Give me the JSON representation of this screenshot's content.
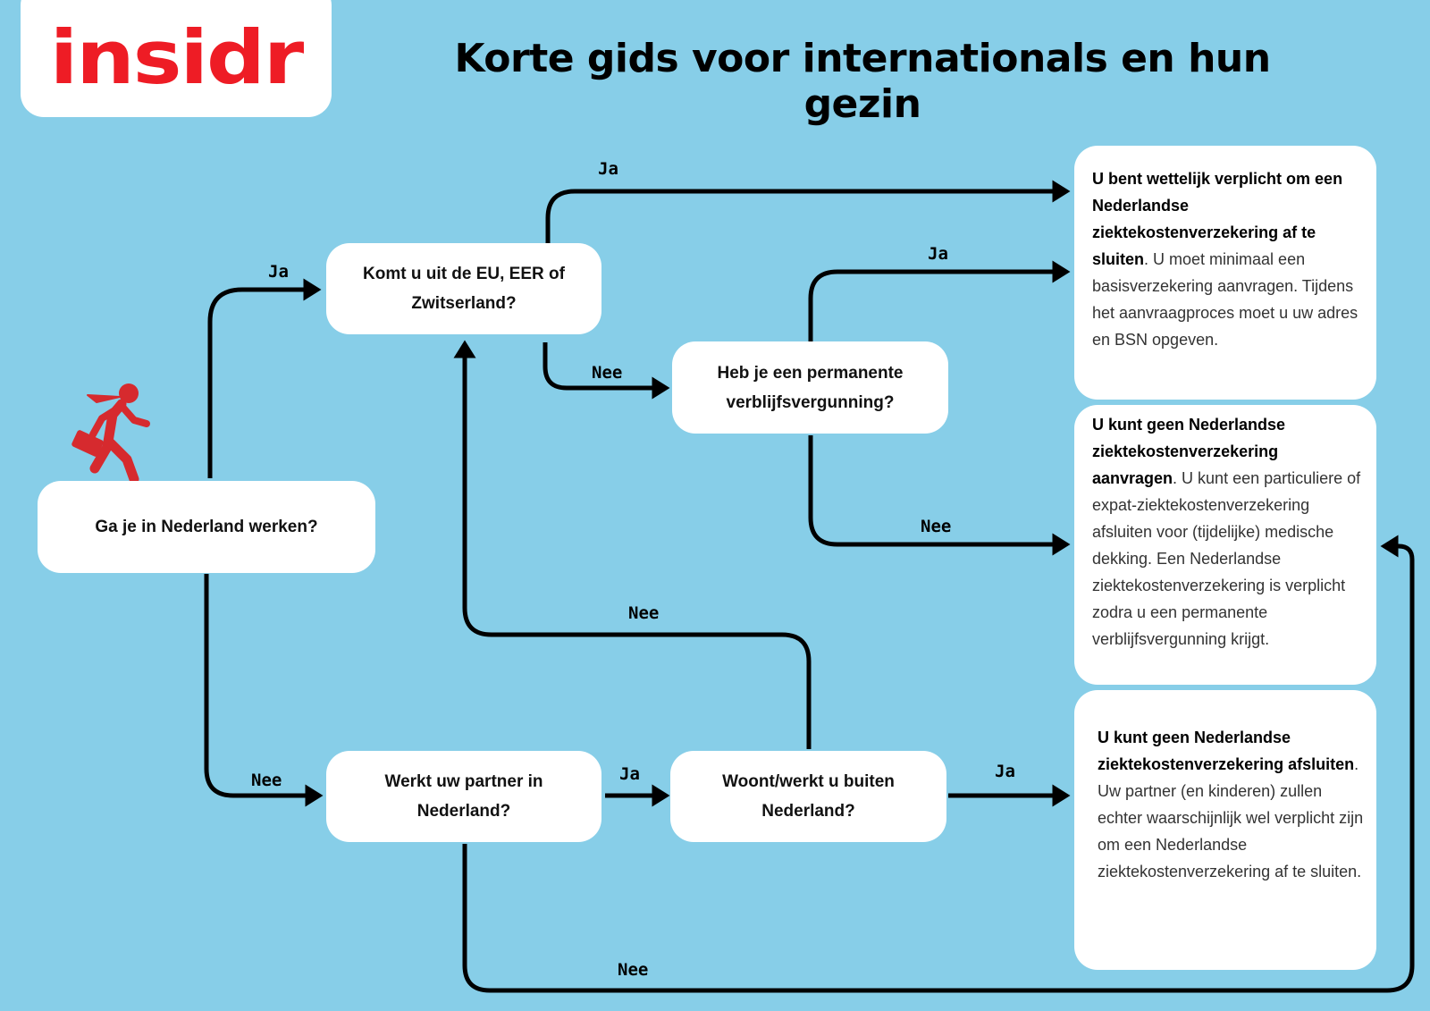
{
  "logo": "insidr",
  "title": "Korte gids voor internationals en hun gezin",
  "questions": {
    "work_nl": "Ga je in Nederland werken?",
    "eu": "Komt u uit de EU, EER of Zwitserland?",
    "permit": "Heb je een permanente verblijfsvergunning?",
    "partner": "Werkt uw partner in Nederland?",
    "abroad": "Woont/werkt u buiten Nederland?"
  },
  "results": [
    {
      "bold": "U bent wettelijk verplicht om een Nederlandse ziektekostenverzekering af te sluiten",
      "text": ". U moet minimaal een basisverzekering aanvragen. Tijdens het aanvraagproces moet u uw adres en BSN opgeven."
    },
    {
      "bold": "U kunt geen Nederlandse ziektekostenverzekering aanvragen",
      "text": ". U kunt een particuliere of expat-ziektekostenverzekering afsluiten voor (tijdelijke) medische dekking. Een Nederlandse ziektekostenverzekering is verplicht zodra u een permanente verblijfsvergunning krijgt."
    },
    {
      "bold": "U kunt geen Nederlandse ziektekostenverzekering afsluiten",
      "text": ". Uw partner (en kinderen) zullen echter waarschijnlijk wel verplicht zijn om een Nederlandse ziektekostenverzekering af te sluiten."
    }
  ],
  "labels": {
    "yes": "Ja",
    "no": "Nee"
  },
  "colors": {
    "background": "#87ceE8",
    "brand": "#ee1c25",
    "icon": "#d62a2e"
  }
}
